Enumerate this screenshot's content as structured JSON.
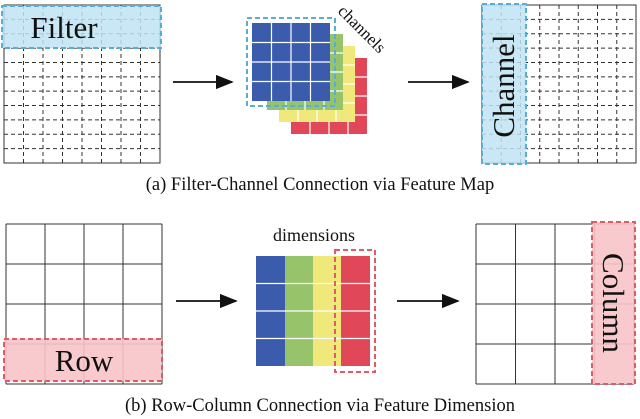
{
  "figure": {
    "top": {
      "left_box_label": "Filter",
      "middle_label": "channels",
      "right_box_label": "Channel",
      "caption": "(a) Filter-Channel Connection via Feature Map"
    },
    "bottom": {
      "left_box_label": "Row",
      "middle_label": "dimensions",
      "right_box_label": "Column",
      "caption": "(b) Row-Column Connection via Feature Dimension"
    }
  },
  "colors": {
    "grid_line": "#333333",
    "filter_highlight_fill": "#bfe3f2",
    "filter_highlight_stroke": "#5aaed6",
    "row_highlight_fill": "#f7c4c8",
    "row_highlight_stroke": "#e05b6a",
    "blue": "#3b5bad",
    "green": "#97c46a",
    "yellow": "#f0e87a",
    "red": "#e0485a"
  }
}
